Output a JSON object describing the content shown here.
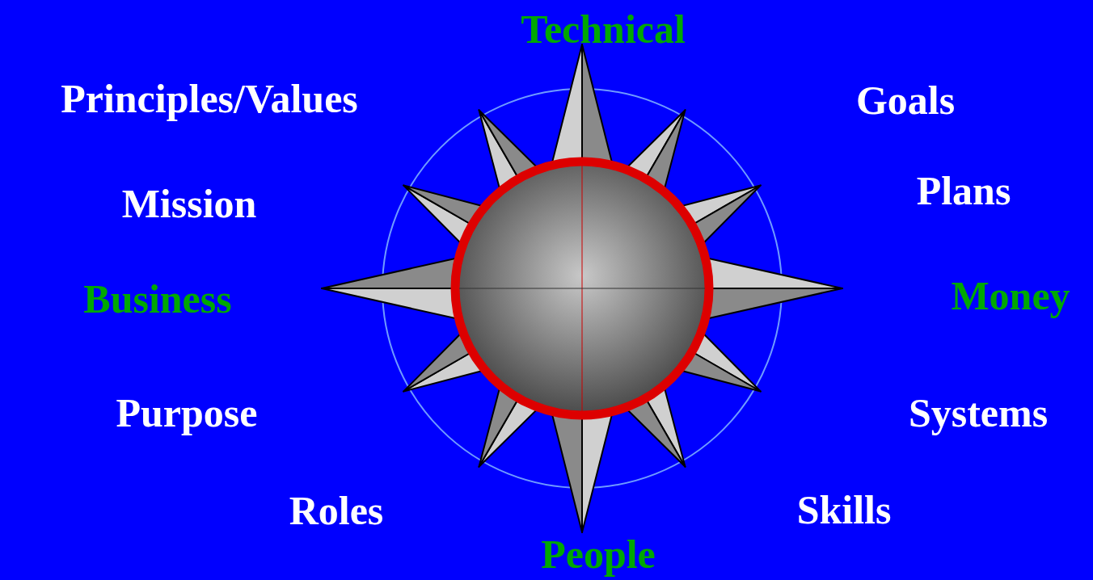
{
  "diagram": {
    "labels": [
      "Technical",
      "Principles/Values",
      "Goals",
      "Mission",
      "Plans",
      "Business",
      "Money",
      "Purpose",
      "Systems",
      "Roles",
      "Skills",
      "People"
    ]
  }
}
